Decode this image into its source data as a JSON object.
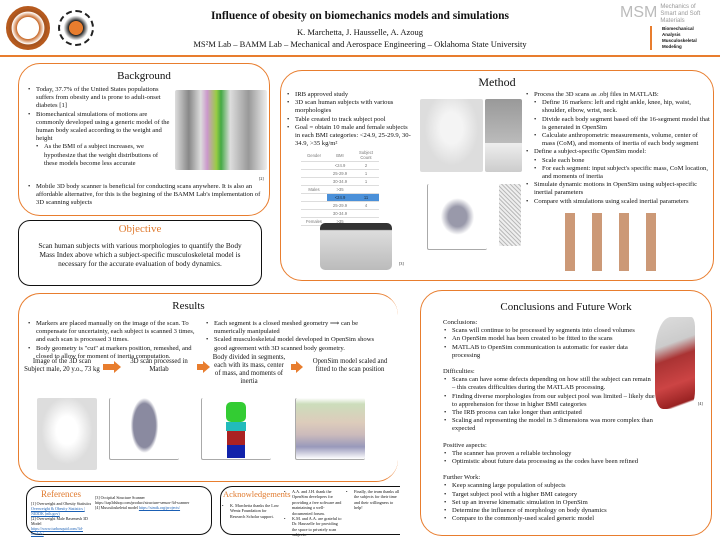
{
  "header": {
    "title": "Influence of obesity on biomechanics models and simulations",
    "authors": "K. Marchetta, J. Hausselle, A. Azoug",
    "affiliation": "MS²M Lab – BAMM Lab – Mechanical and Aerospace Engineering – Oklahoma State University",
    "logo_right_top": "Mechanics of Smart and Soft Materials",
    "logo_right_bottom": "Biomechanical Analysis Musculoskeletal Modeling"
  },
  "background": {
    "title": "Background",
    "bullets": [
      "Today, 37.7% of the United States populations suffers from obesity and is prone to adult-onset diabetes [1]",
      "Biomechanical simulations of motions are commonly developed using a generic model of the human body scaled according to the weight and height"
    ],
    "sub": "As the BMI of a subject increases, we hypothesize that the weight distributions of these models become less accurate",
    "bullet_last": "Mobile 3D body scanner is beneficial for conducting scans anywhere. It is also an affordable alternative, for this is the begining of the BAMM Lab's implementation of 3D scanning subjects",
    "fig_ref": "[2]"
  },
  "objective": {
    "title": "Objective",
    "text": "Scan human subjects with various morphologies to quantify the Body Mass Index above which a subject-specific musculoskeletal model is necessary for the accurate evaluation of body dynamics."
  },
  "method": {
    "title": "Method",
    "left": [
      "IRB approved study",
      "3D scan human subjects with various morphologies",
      "Table created to track subject pool",
      "Goal = obtain 10 male and female subjects in each BMI categories: <24.9, 25-29.9, 30-34.9, >35 kg/m²"
    ],
    "table": {
      "headers": [
        "Gender",
        "BMI",
        "Subject Count"
      ],
      "rows": [
        [
          "",
          "<24.9",
          "2"
        ],
        [
          "",
          "25-29.9",
          "1"
        ],
        [
          "",
          "30-34.9",
          "1"
        ],
        [
          "Males",
          ">35",
          ""
        ],
        [
          "",
          "<24.9",
          "11"
        ],
        [
          "",
          "25-29.9",
          "4"
        ],
        [
          "",
          "30-34.9",
          ""
        ],
        [
          "Females",
          ">35",
          ""
        ]
      ]
    },
    "scanner_ref": "[3]",
    "right": [
      {
        "t": "Process the 3D scans as .obj files in MATLAB:",
        "l": 0
      },
      {
        "t": "Define 16 markers: left and right ankle, knee, hip, waist, shoulder, elbow, wrist, neck.",
        "l": 1
      },
      {
        "t": "Divide each body segment based off the 16-segment model that is generated in OpenSim",
        "l": 1
      },
      {
        "t": "Calculate anthropometric measurements, volume, center of mass (CoM), and moments of inertia of each body segment",
        "l": 1
      },
      {
        "t": "Define a subject-specific OpenSim model:",
        "l": 0
      },
      {
        "t": "Scale each bone",
        "l": 1
      },
      {
        "t": "For each segment: input subject's specific mass, CoM location, and moments of inertia",
        "l": 1
      },
      {
        "t": "Simulate dynamic motions in OpenSim using subject-specific inertial parameters",
        "l": 0
      },
      {
        "t": "Compare with simulations using scaled inertial parameters",
        "l": 0
      }
    ]
  },
  "results": {
    "title": "Results",
    "left": [
      "Markers are placed manually on the image of the scan. To compensate for uncertainty, each subject is scanned 3 times, and each scan is processed 3 times.",
      "Body geometry is \"cut\" at markers position, remeshed, and closed to allow for moment of inertia computation."
    ],
    "right": [
      "Each segment is a closed meshed geometry ⟹ can be numerically manipulated",
      "Scaled musculoskeletal model developed in OpenSim shows good agreement with 3D scanned body geometry."
    ],
    "captions": [
      "Image of the 3D scan Subject male, 20 y.o., 73 kg",
      "3D scan processed in Matlab",
      "Body divided in segments, each with its mass, center of mass, and moments of inertia",
      "OpenSim model scaled and fitted to the scan position"
    ]
  },
  "references": {
    "title": "References",
    "items": [
      {
        "t": "[1] Overweight and Obesity Statistics ",
        "l": "Overweight & Obesity Statistics | NIDDK (nih.gov)"
      },
      {
        "t": "[2] Overweight Male Basemesh 3D Model ",
        "l": "https://www.turbosquid.com/3d-models/"
      },
      {
        "t": "[3] Occipital Structure Scanner https://tap3dshop.com/product/structure-sensor-3d-scanner",
        "l": ""
      },
      {
        "t": "[4] Musculoskeletal model ",
        "l": "https://simtk.org/projects/"
      }
    ]
  },
  "acknowledgements": {
    "title": "Acknowledgements",
    "items": [
      "K. Marchetta thanks the Low Wentz Foundation for Research Scholar support.",
      "A.A. and J.H. thank the OpenSim developers for providing a free software and maintaining a well-documented forum.",
      "K.M. and A.A. are grateful to Dr. Hausselle for providing the space to privately scan subjects.",
      "Finally, the team thanks all the subjects for their time and their willingness to help!"
    ]
  },
  "conclusions": {
    "title": "Conclusions and Future Work",
    "fig_ref": "[4]",
    "sections": [
      {
        "h": "Conclusions:",
        "items": [
          "Scans will continue to be processed by segments into closed volumes",
          "An OpenSim model has been created to be fitted to the scans",
          "MATLAB to OpenSim communication is automatic for easier data processing"
        ]
      },
      {
        "h": "Difficulties:",
        "items": [
          "Scans can have some defects depending on how still the subject can remain – this creates difficulties during the MATLAB processing.",
          "Finding diverse morphologies from our subject pool was limited – likely due to apprehension for those in higher BMI categories",
          "The IRB process can take longer than anticipated",
          "Scaling and representing the model in 3 dimensions was more complex than expected"
        ]
      },
      {
        "h": "Positive aspects:",
        "items": [
          "The scanner has proven a reliable technology",
          "Optimistic about future data processing as the codes have been refined"
        ]
      },
      {
        "h": "Further Work:",
        "items": [
          "Keep scanning large population of subjects",
          "Target subject pool with a higher BMI category",
          "Set up an inverse kinematic simulation in OpenSim",
          "Determine the influence of morphology on body dynamics",
          "Compare to the commonly-used scaled generic model"
        ]
      }
    ]
  }
}
